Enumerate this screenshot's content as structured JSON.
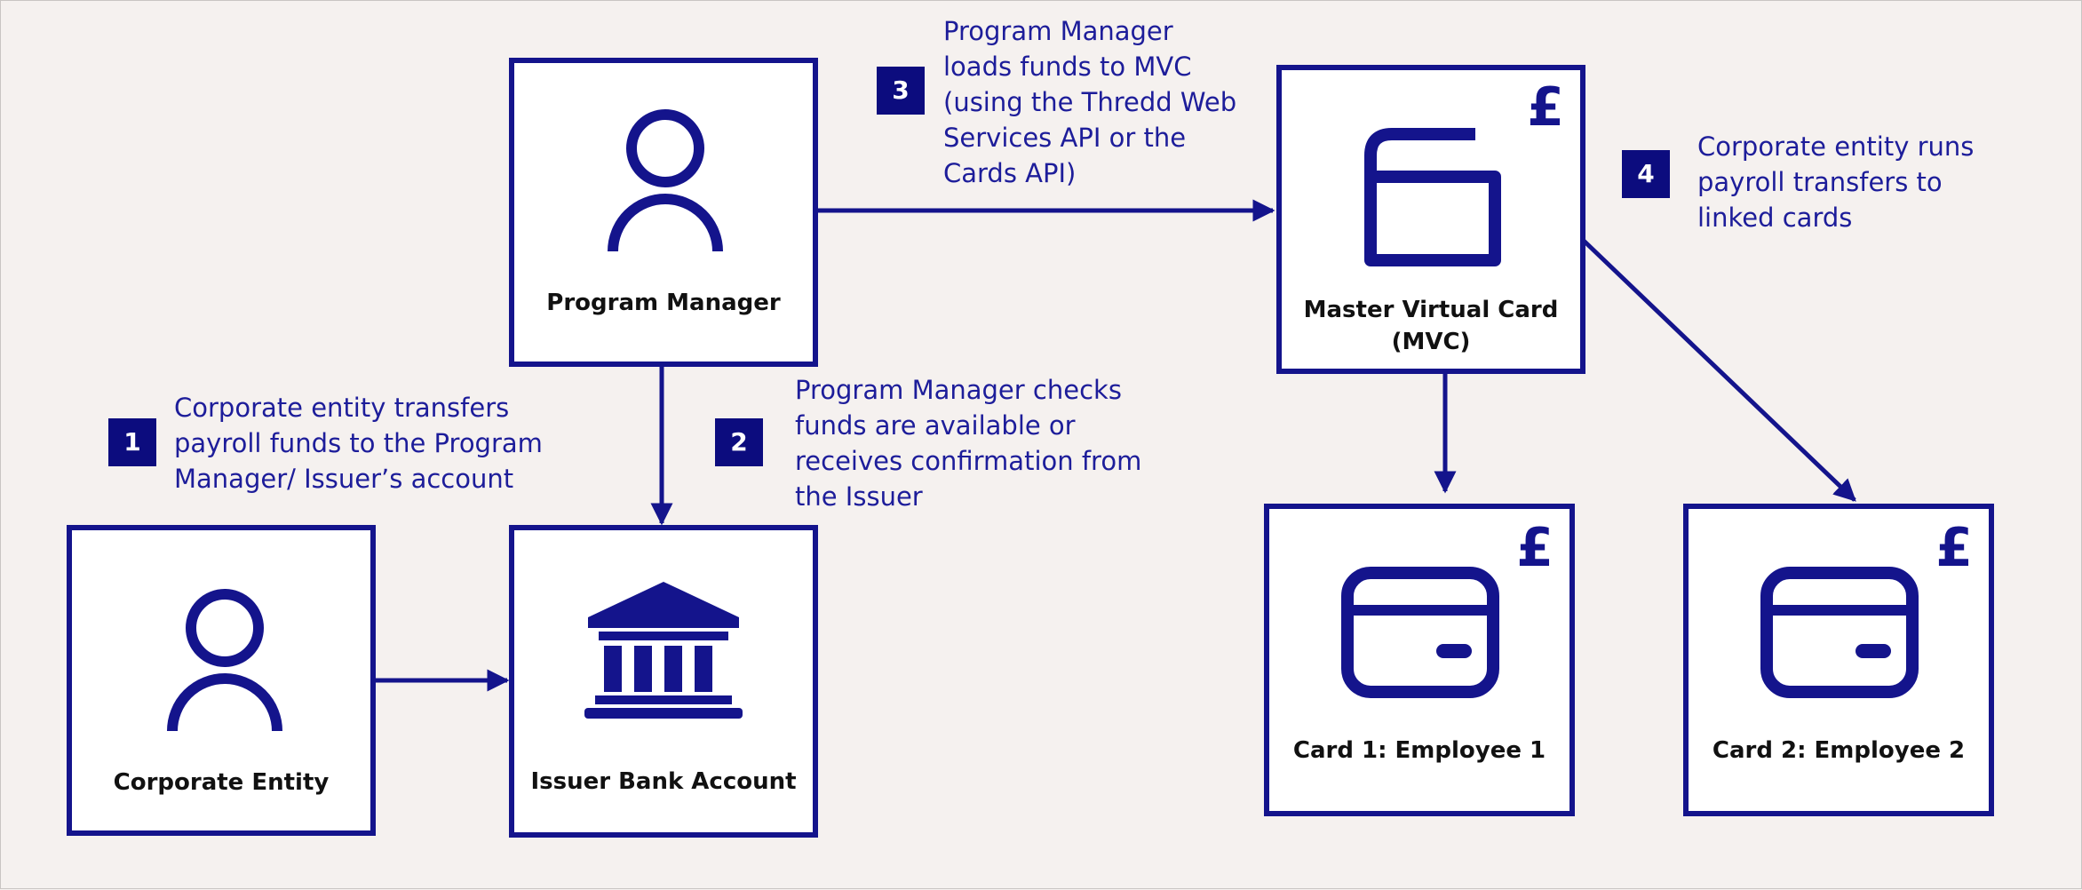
{
  "nodes": {
    "program_manager": {
      "label": "Program Manager"
    },
    "issuer_bank": {
      "label": "Issuer Bank Account"
    },
    "corporate_entity": {
      "label": "Corporate Entity"
    },
    "mvc": {
      "label": "Master Virtual Card\n(MVC)",
      "currency": "£"
    },
    "card1": {
      "label": "Card 1: Employee 1",
      "currency": "£"
    },
    "card2": {
      "label": "Card 2: Employee 2",
      "currency": "£"
    }
  },
  "steps": [
    {
      "number": "1",
      "text": "Corporate entity transfers\npayroll funds to the Program\nManager/ Issuer’s account"
    },
    {
      "number": "2",
      "text": "Program Manager checks\nfunds are available or\nreceives confirmation from\nthe Issuer"
    },
    {
      "number": "3",
      "text": "Program Manager\nloads funds to MVC\n(using the Thredd Web\nServices API or the\nCards API)"
    },
    {
      "number": "4",
      "text": "Corporate entity runs\npayroll transfers to\nlinked cards"
    }
  ],
  "icons": {
    "program_manager": "person-icon",
    "corporate_entity": "person-icon",
    "issuer_bank": "bank-icon",
    "mvc": "wallet-icon",
    "card1": "credit-card-icon",
    "card2": "credit-card-icon"
  },
  "colors": {
    "primary": "#14148c",
    "badge": "#0c0c7e",
    "text": "#1d1d9a",
    "background": "#f5f1ef"
  }
}
